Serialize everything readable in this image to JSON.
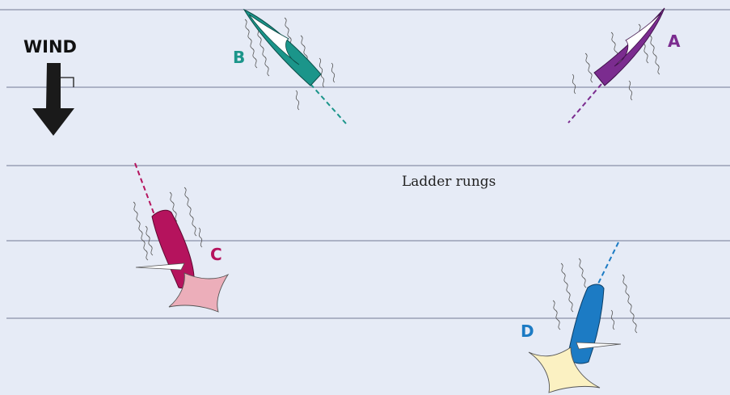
{
  "wind": {
    "label": "WIND",
    "arrow_color": "#1a1a1a"
  },
  "rungs_label": "Ladder rungs",
  "line_color": "#8a8fa8",
  "boats": [
    {
      "id": "A",
      "label": "A",
      "hull_color": "#7b2c8f",
      "sail_color": "#ffffff",
      "spinnaker_color": null
    },
    {
      "id": "B",
      "label": "B",
      "hull_color": "#1b958a",
      "sail_color": "#ffffff",
      "spinnaker_color": null
    },
    {
      "id": "C",
      "label": "C",
      "hull_color": "#b5135d",
      "sail_color": "#ffffff",
      "spinnaker_color": "#ecaeba"
    },
    {
      "id": "D",
      "label": "D",
      "hull_color": "#1c7bc4",
      "sail_color": "#ffffff",
      "spinnaker_color": "#fbf1c2"
    }
  ]
}
